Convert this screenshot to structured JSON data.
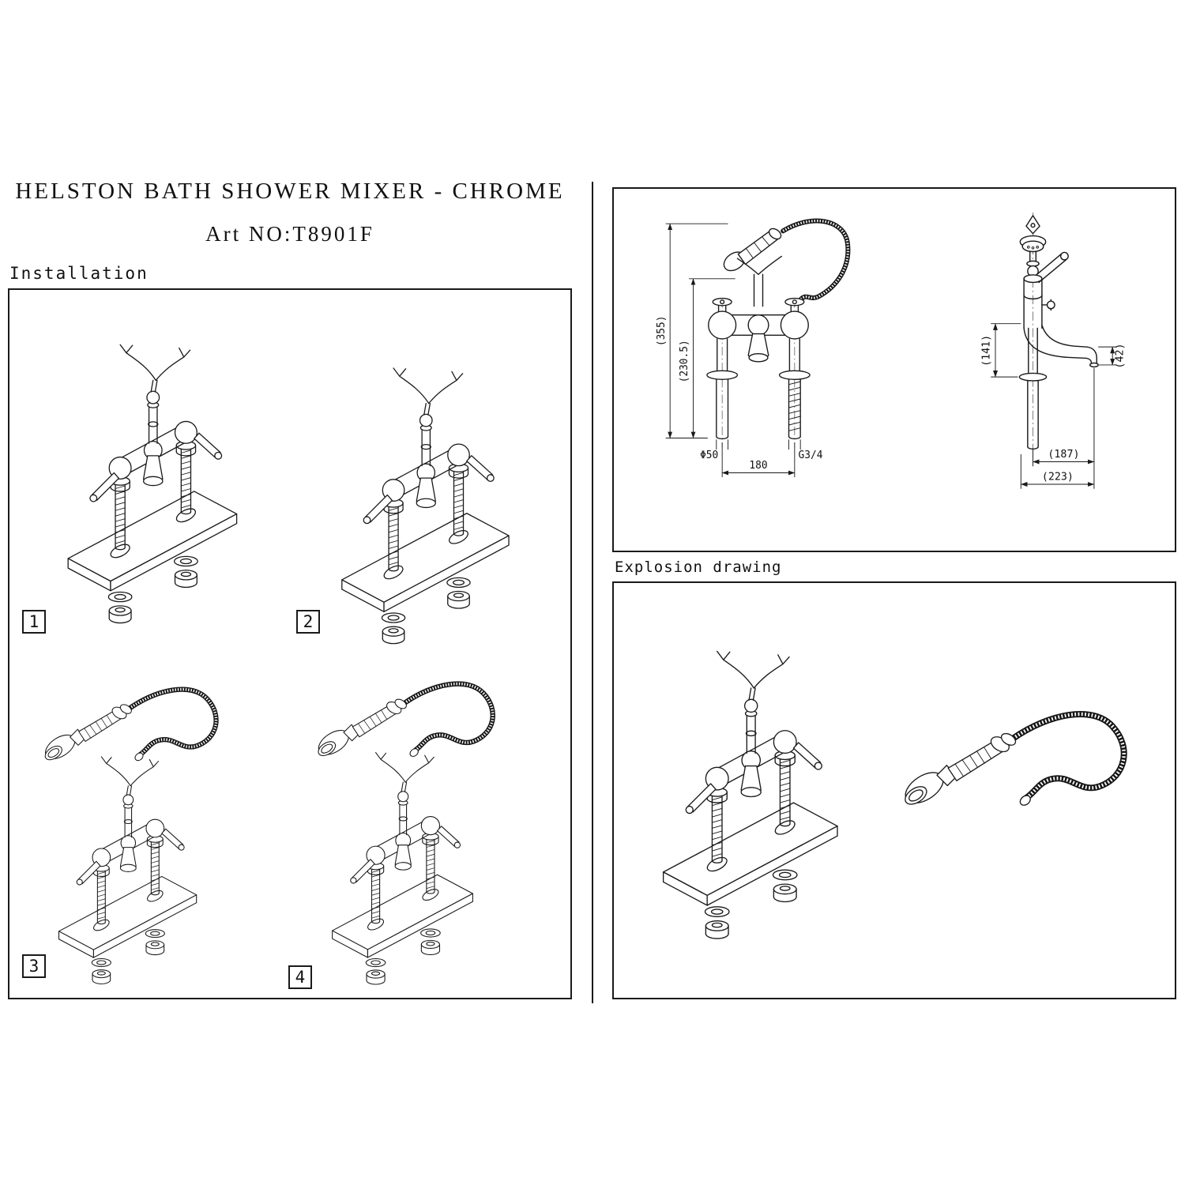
{
  "header": {
    "title": "HELSTON BATH SHOWER MIXER - CHROME",
    "art_no": "Art NO:T8901F"
  },
  "installation": {
    "label": "Installation",
    "steps": [
      {
        "num": "1"
      },
      {
        "num": "2"
      },
      {
        "num": "3"
      },
      {
        "num": "4"
      }
    ]
  },
  "dimensions_panel": {
    "front_view": {
      "overall_height": "(355)",
      "body_height": "(230.5)",
      "tail_diameter": "Φ50",
      "thread_size": "G3/4",
      "tap_centres": "180"
    },
    "side_view": {
      "deck_to_spout": "(141)",
      "spout_drop": "(42)",
      "spout_reach": "(187)",
      "overall_depth": "(223)"
    }
  },
  "explosion": {
    "label": "Explosion drawing"
  }
}
